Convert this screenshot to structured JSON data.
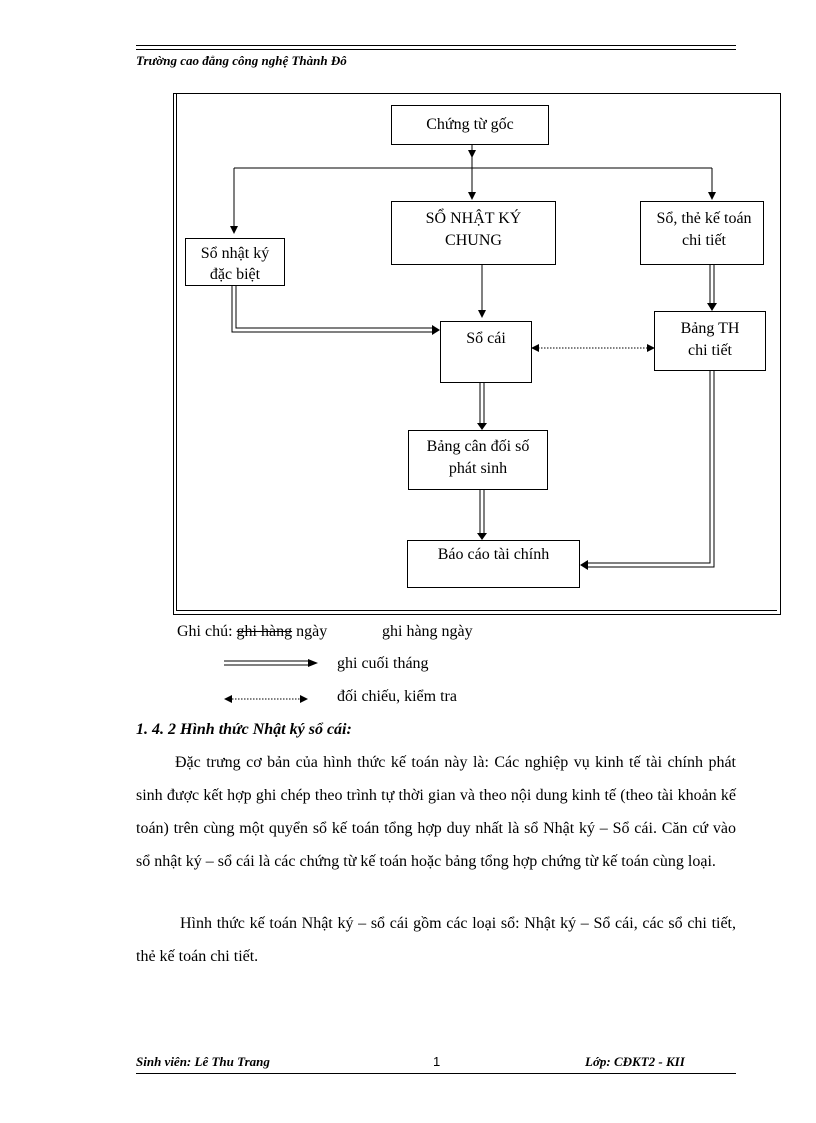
{
  "header": {
    "school": "Trường cao đẳng công nghệ Thành Đô"
  },
  "diagram": {
    "chung_tu_goc": "Chứng từ gốc",
    "so_nhat_ky_chung": "SỔ NHẬT KÝ CHUNG",
    "so_nhat_ky_dac_biet": "Sổ nhật ký đặc biệt",
    "so_the_chi_tiet": "Sổ, thẻ kế toán chi tiết",
    "so_cai": "Sổ cái",
    "bang_th_chi_tiet": "Bảng TH chi tiết",
    "bang_can_doi": "Bảng cân đối số phát sinh",
    "bao_cao_tai_chinh": "Báo cáo tài chính"
  },
  "legend": {
    "prefix": "Ghi chú:",
    "strike": "ghi hàng",
    "tail": "ngày",
    "daily": "ghi hàng ngày",
    "monthly": "ghi cuối tháng",
    "reconcile": "đối chiếu, kiểm tra"
  },
  "section_title": "1. 4. 2 Hình thức Nhật ký sổ cái:",
  "paragraphs": [
    "Đặc trưng cơ bản của hình thức kế toán này là: Các nghiệp vụ kinh tế tài chính phát sinh được kết hợp ghi chép theo trình tự thời gian và theo nội dung kinh tế (theo tài khoản kế toán) trên cùng một quyển sổ kế toán tổng hợp duy nhất là sổ Nhật ký – Sổ cái. Căn cứ vào sổ nhật ký – sổ cái là các chứng từ kế toán hoặc bảng tổng hợp chứng từ kế toán cùng loại.",
    "Hình thức kế toán Nhật ký – sổ cái gồm các loại sổ: Nhật ký – Sổ cái, các sổ chi tiết, thẻ kế toán chi tiết."
  ],
  "footer": {
    "student": "Sinh viên: Lê Thu Trang",
    "page": "1",
    "class": "Lớp: CĐKT2 - KII"
  }
}
